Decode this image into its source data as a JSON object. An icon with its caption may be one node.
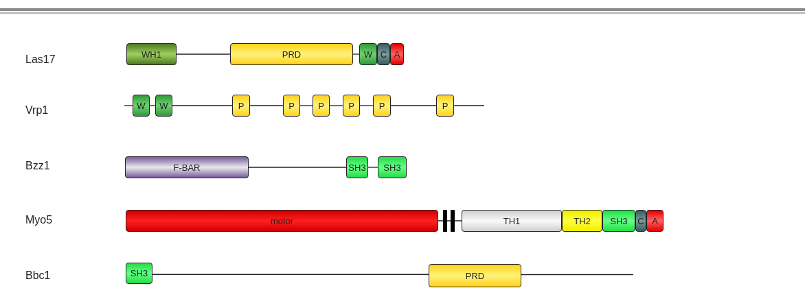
{
  "diagram": {
    "nodes": [
      {
        "text": [
          "WH1"
        ]
      },
      {
        "text": [
          "PRD"
        ]
      },
      {
        "text": [
          "W"
        ]
      },
      {
        "text": [
          "C"
        ]
      },
      {
        "text": [
          "A"
        ]
      },
      {
        "text": [
          "W"
        ]
      },
      {
        "text": [
          "W"
        ]
      },
      {
        "text": [
          "P"
        ]
      },
      {
        "text": [
          "P"
        ]
      },
      {
        "text": [
          "P"
        ]
      },
      {
        "text": [
          "P"
        ]
      },
      {
        "text": [
          "P"
        ]
      },
      {
        "text": [
          "P"
        ]
      },
      {
        "text": [
          "F-BAR"
        ]
      },
      {
        "text": [
          "SH3"
        ]
      },
      {
        "text": [
          "SH3"
        ]
      },
      {
        "text": [
          "motor"
        ]
      },
      {
        "text": [
          "TH1"
        ]
      },
      {
        "text": [
          "TH2"
        ]
      },
      {
        "text": [
          "SH3"
        ]
      },
      {
        "text": [
          "C"
        ]
      },
      {
        "text": [
          "A"
        ]
      },
      {
        "text": [
          "SH3"
        ]
      },
      {
        "text": [
          "PRD"
        ]
      }
    ],
    "edges": [
      {
        "from": 0,
        "to": 1,
        "arrow": "none"
      },
      {
        "from": 1,
        "to": 2,
        "arrow": "none"
      },
      {
        "from": null,
        "to": 5,
        "arrow": "none"
      },
      {
        "from": 5,
        "to": 6,
        "arrow": "none"
      },
      {
        "from": 6,
        "to": 7,
        "arrow": "none"
      },
      {
        "from": 7,
        "to": 8,
        "arrow": "none"
      },
      {
        "from": 8,
        "to": 9,
        "arrow": "none"
      },
      {
        "from": 9,
        "to": 10,
        "arrow": "none"
      },
      {
        "from": 10,
        "to": 11,
        "arrow": "none"
      },
      {
        "from": 11,
        "to": 12,
        "arrow": "none"
      },
      {
        "from": 12,
        "to": null,
        "arrow": "none"
      },
      {
        "from": 13,
        "to": 14,
        "arrow": "none"
      },
      {
        "from": 14,
        "to": 15,
        "arrow": "none"
      },
      {
        "from": 16,
        "to": 17,
        "arrow": "none"
      },
      {
        "from": 22,
        "to": 23,
        "arrow": "none"
      },
      {
        "from": 23,
        "to": null,
        "arrow": "none"
      }
    ],
    "labels": [
      "Las17",
      "Vrp1",
      "Bzz1",
      "Myo5",
      "Bbc1"
    ]
  }
}
